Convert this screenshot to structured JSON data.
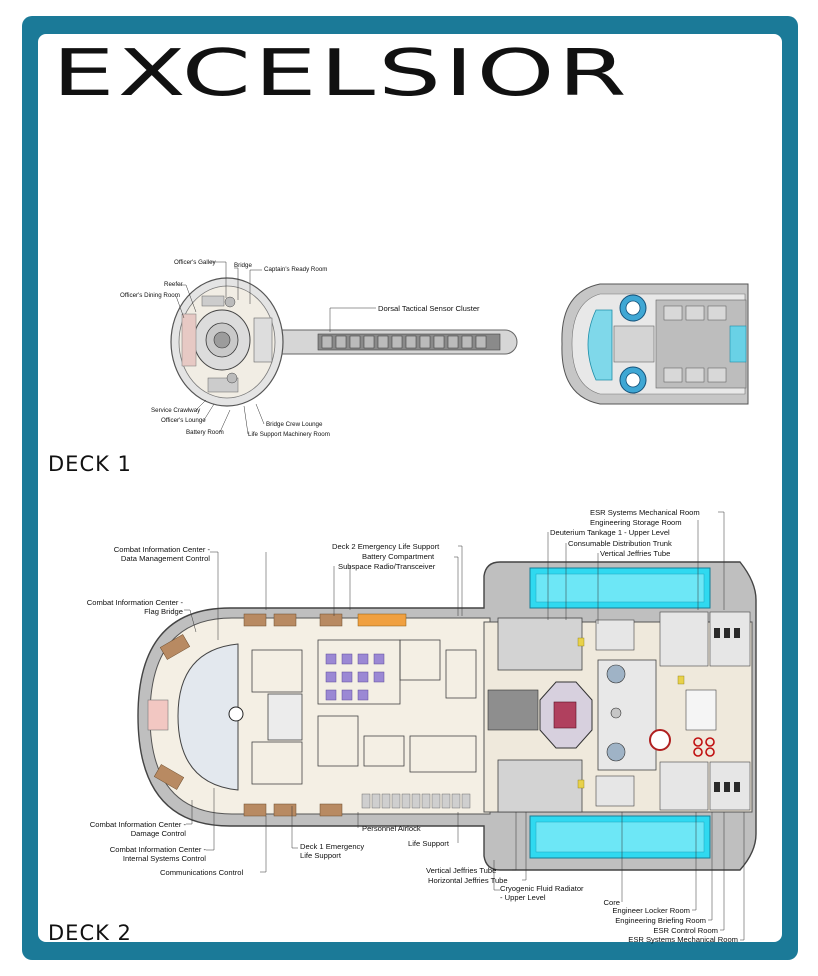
{
  "title": "EXCELSIOR",
  "deck1": {
    "label": "DECK 1",
    "callouts": {
      "officers_galley": "Officer's Galley",
      "bridge": "Bridge",
      "captains_ready_room": "Captain's Ready Room",
      "reefer": "Reefer",
      "officers_dining_room": "Officer's Dining Room",
      "dorsal_tactical_sensor_cluster": "Dorsal Tactical Sensor Cluster",
      "service_crawlway": "Service Crawlway",
      "officers_lounge": "Officer's Lounge",
      "battery_room": "Battery Room",
      "bridge_crew_lounge": "Bridge Crew Lounge",
      "life_support_machinery_room": "Life Support Machinery Room"
    }
  },
  "deck2": {
    "label": "DECK 2",
    "callouts": {
      "cic_data_mgmt_1": "Combat Information Center -",
      "cic_data_mgmt_2": "Data Management Control",
      "cic_flag_1": "Combat Information Center -",
      "cic_flag_2": "Flag Bridge",
      "emergency_life_support": "Deck 2 Emergency Life Support",
      "battery_compartment": "Battery Compartment",
      "subspace_radio": "Subspace Radio/Transceiver",
      "esr_mech_top": "ESR  Systems Mechanical Room",
      "eng_storage": "Engineering Storage Room",
      "deuterium": "Deuterium Tankage 1 - Upper Level",
      "consumable_trunk": "Consumable Distribution Trunk",
      "vertical_jeffries_top": "Vertical Jeffries Tube",
      "cic_damage_1": "Combat Information Center -",
      "cic_damage_2": "Damage Control",
      "cic_internal_1": "Combat Information Center -",
      "cic_internal_2": "Internal Systems Control",
      "comms_control": "Communications Control",
      "deck1_els_1": "Deck 1 Emergency",
      "deck1_els_2": "Life Support",
      "personnel_airlock": "Personnel Airlock",
      "life_support": "Life Support",
      "vertical_jeffries_bottom": "Vertical Jeffries Tube",
      "horizontal_jeffries": "Horizontal Jeffries Tube",
      "cryogenic_1": "Cryogenic Fluid Radiator",
      "cryogenic_2": "- Upper Level",
      "core": "Core",
      "engineer_locker": "Engineer Locker Room",
      "eng_briefing": "Engineering Briefing Room",
      "esr_control": "ESR Control Room",
      "esr_mech_bottom": "ESR  Systems Mechanical Room"
    }
  },
  "colors": {
    "frame": "#1b7a98",
    "hull": "#c8c8c8",
    "floor": "#f3efe6",
    "cyan_tank": "#34d8ee",
    "purple_seat": "#9b88d4",
    "wall": "#555555"
  }
}
